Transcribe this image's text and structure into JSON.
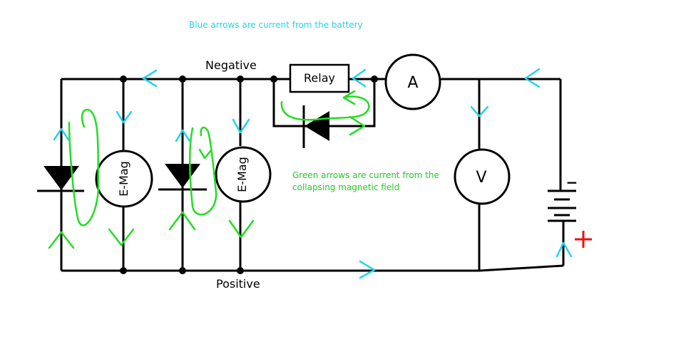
{
  "notes": {
    "blue": "Blue arrows are current from the battery",
    "green_line1": "Green arrows are current from the",
    "green_line2": "collapsing magnetic field"
  },
  "rails": {
    "negative": "Negative",
    "positive": "Positive"
  },
  "components": {
    "relay": "Relay",
    "ammeter": "A",
    "voltmeter": "V",
    "emag_left": "E-Mag",
    "emag_right": "E-Mag",
    "battery_minus": "−",
    "battery_plus": "+"
  },
  "colors": {
    "wire": "#000000",
    "blue_arrow": "#22d3ee",
    "green_arrow": "#22dd22",
    "plus_sign": "#ee1111",
    "blue_text": "#22d3ee",
    "green_text": "#22cc22"
  }
}
